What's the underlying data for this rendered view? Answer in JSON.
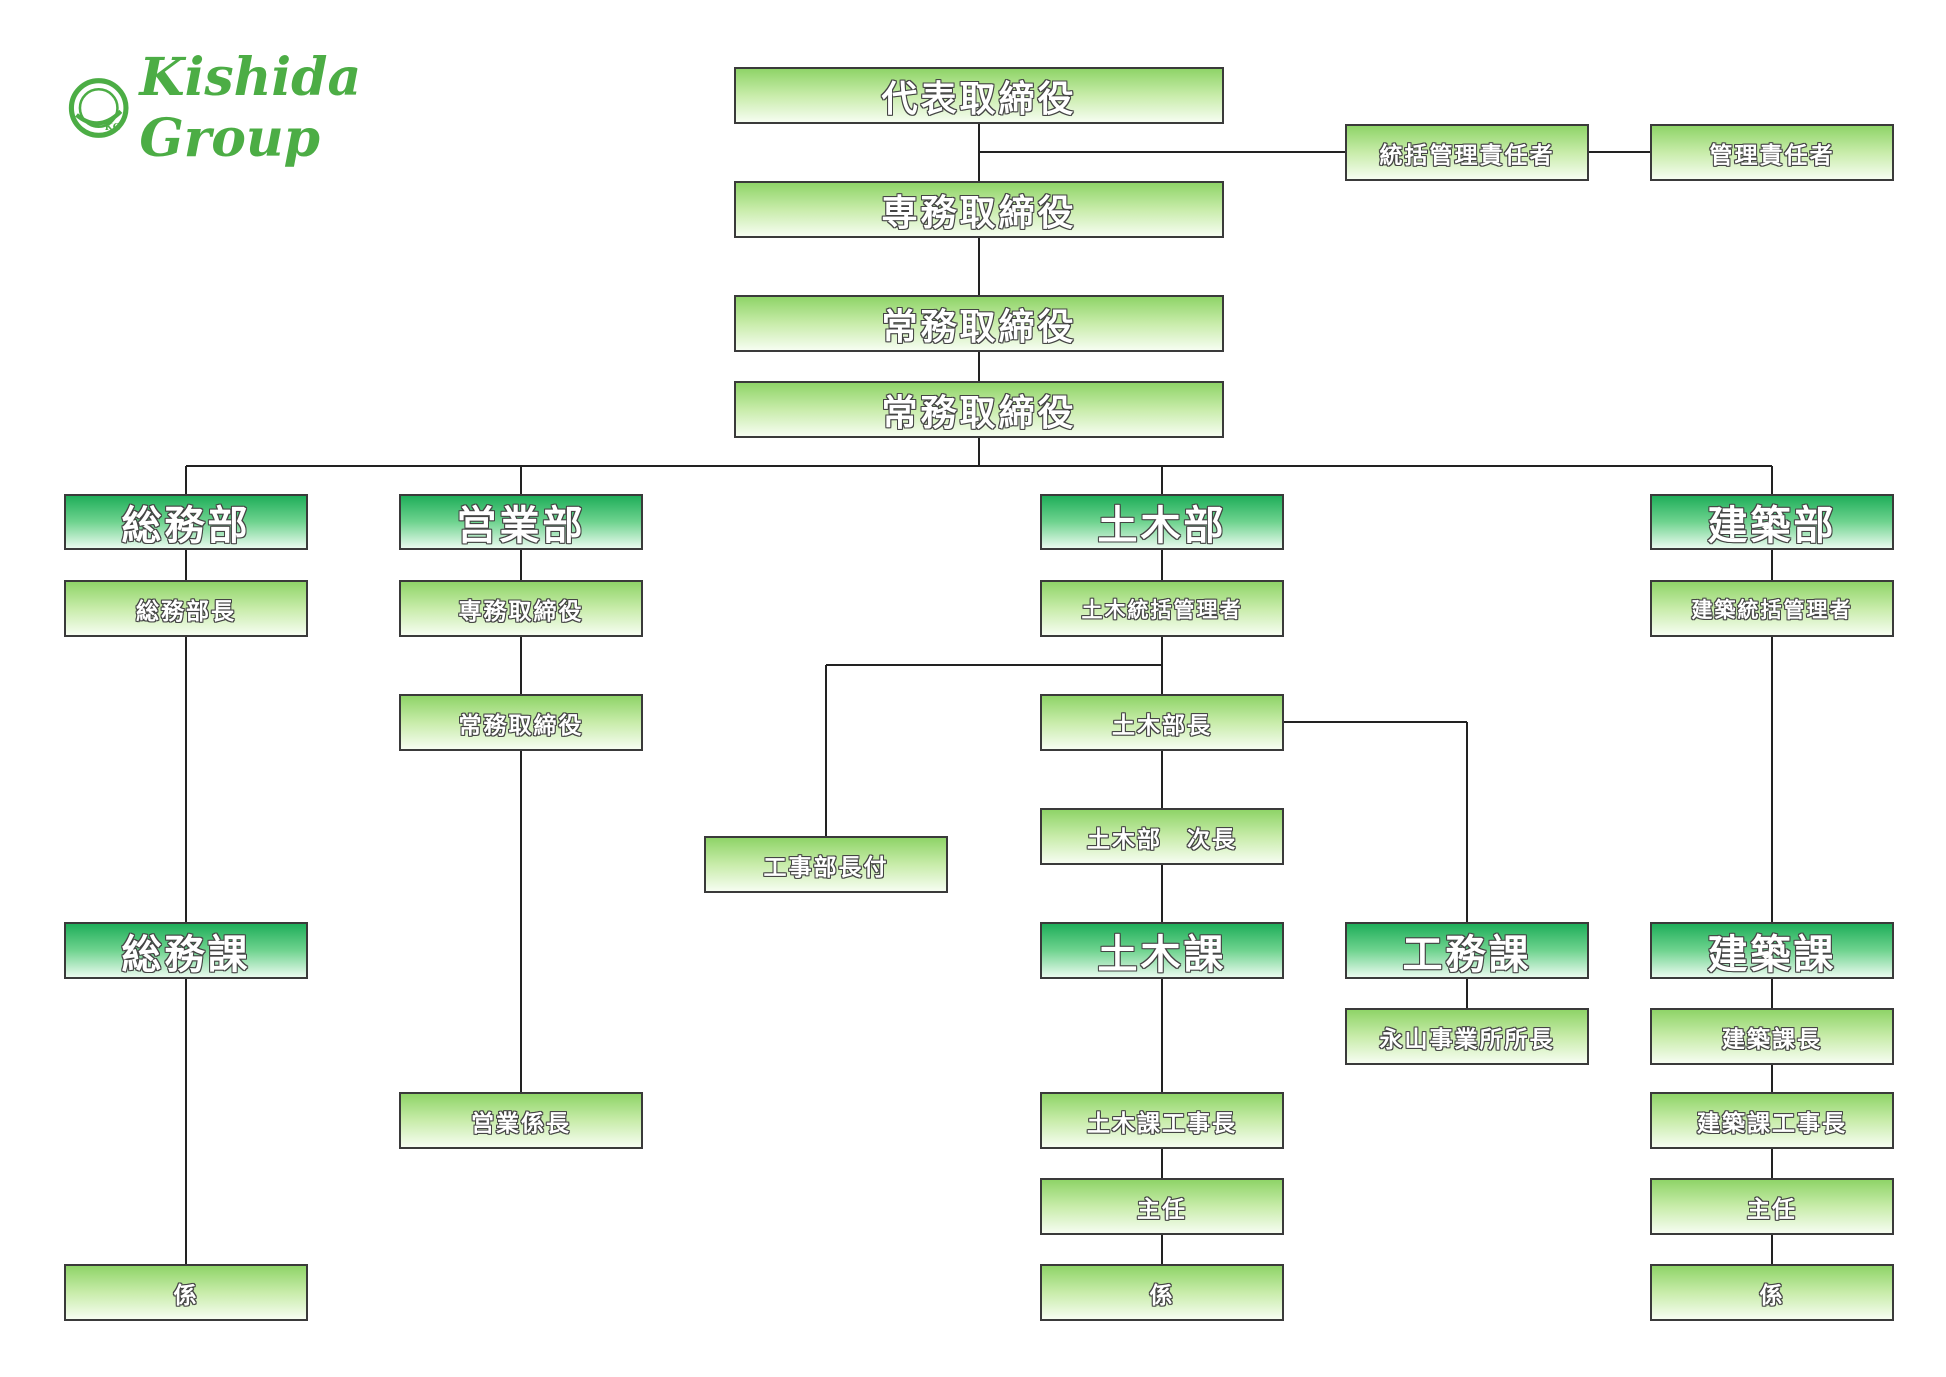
{
  "logo": {
    "mark": "KG",
    "text": "Kishida Group",
    "color": "#4cad45"
  },
  "colors": {
    "light_top": "#8fd468",
    "dark_top": "#1fae5a",
    "line": "#222222",
    "border": "#3a3a3a"
  },
  "executives": {
    "president": "代表取締役",
    "senior_md": "専務取締役",
    "md_1": "常務取締役",
    "md_2": "常務取締役",
    "general_supervisor": "統括管理責任者",
    "supervisor": "管理責任者"
  },
  "departments": {
    "general_affairs": {
      "name": "総務部",
      "head": "総務部長",
      "section": "総務課",
      "staff": "係"
    },
    "sales": {
      "name": "営業部",
      "senior_md": "専務取締役",
      "md": "常務取締役",
      "chief": "営業係長"
    },
    "civil": {
      "name": "土木部",
      "supervisor": "土木統括管理者",
      "assistant": "工事部長付",
      "head": "土木部長",
      "deputy": "土木部　次長",
      "section": "土木課",
      "construction_chief": "土木課工事長",
      "lead": "主任",
      "staff": "係",
      "works_section": "工務課",
      "office_head": "永山事業所所長"
    },
    "architecture": {
      "name": "建築部",
      "supervisor": "建築統括管理者",
      "section": "建築課",
      "section_head": "建築課長",
      "construction_chief": "建築課工事長",
      "lead": "主任",
      "staff": "係"
    }
  }
}
